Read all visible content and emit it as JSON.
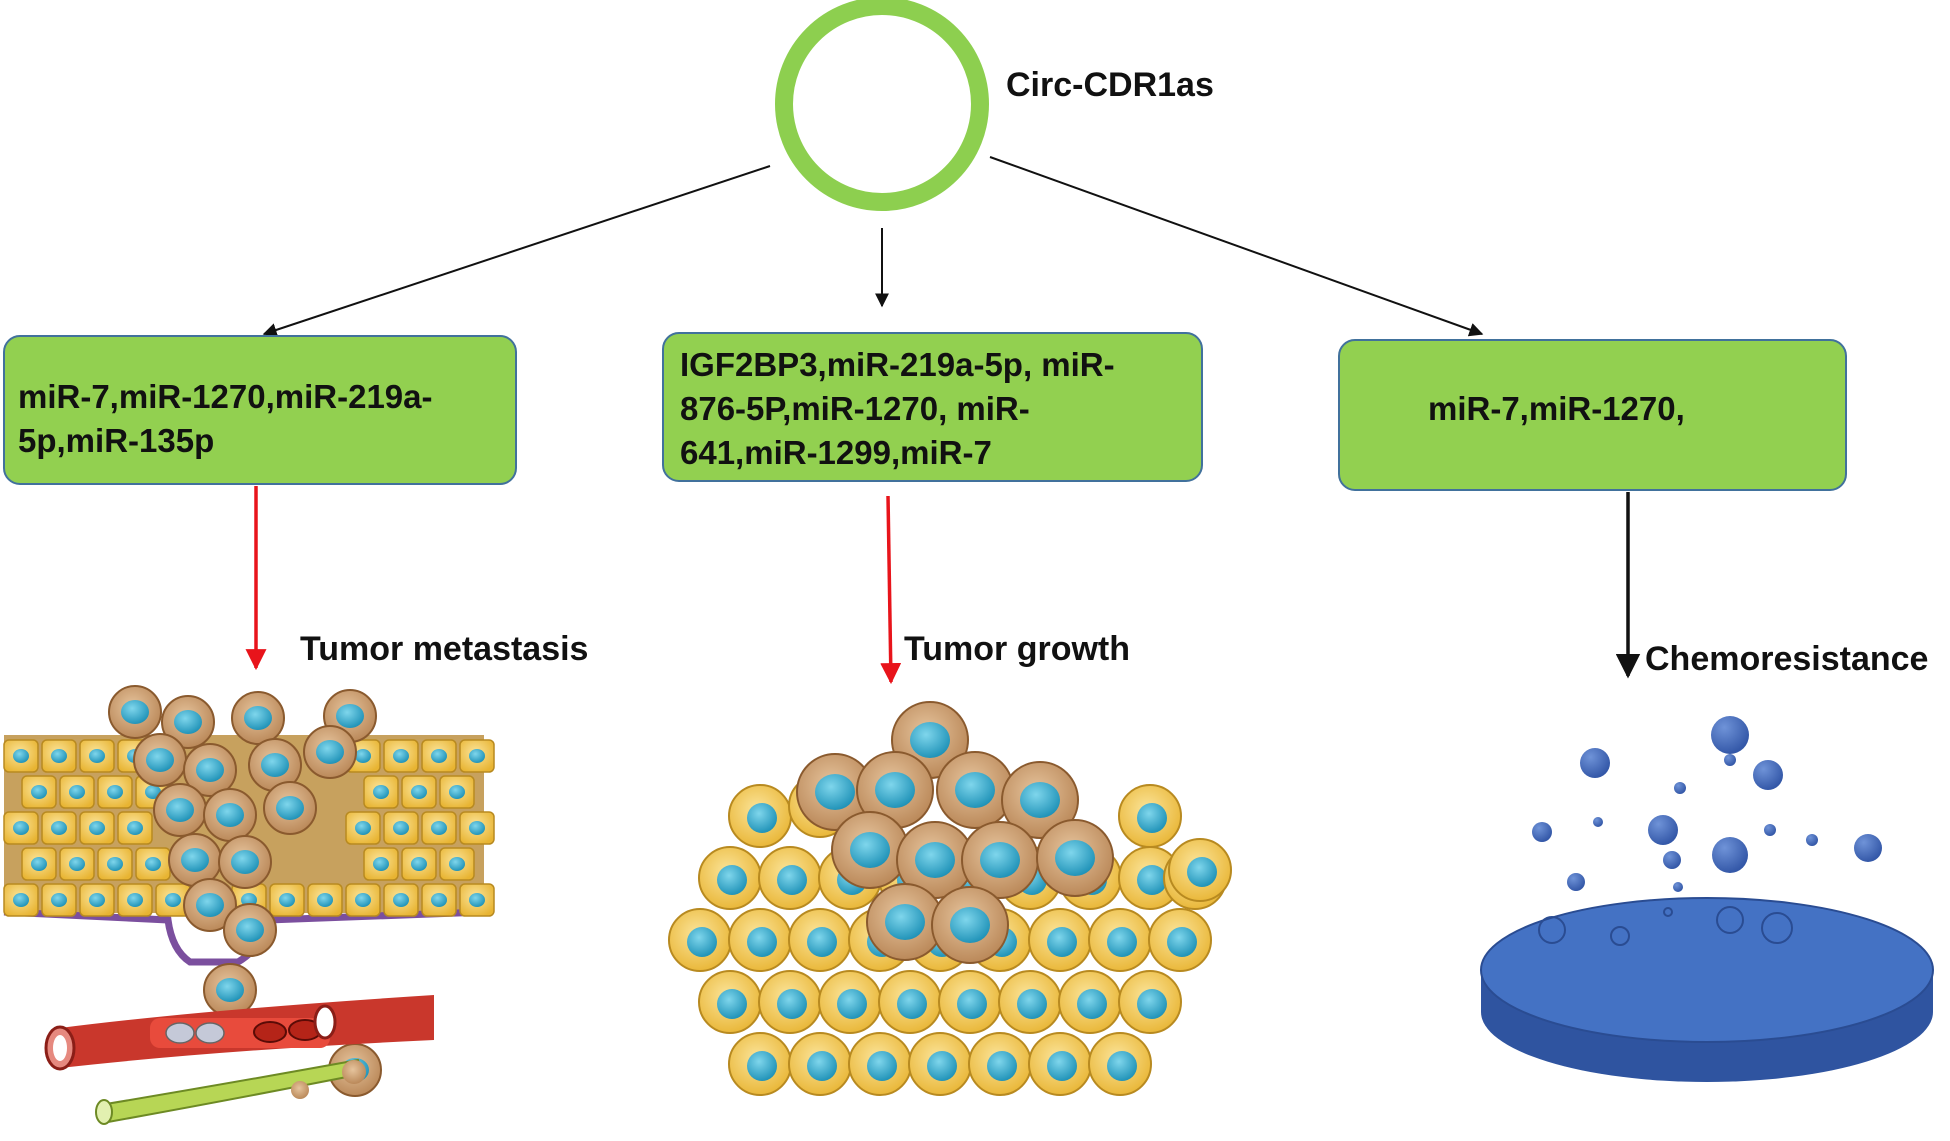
{
  "title": "Circ-CDR1as",
  "colors": {
    "circle": "#8dcf4f",
    "box_fill": "#92d050",
    "box_stroke": "#41719c",
    "red_arrow": "#e8141b",
    "black_arrow": "#111111",
    "cell_yellow": "#f5c84c",
    "cell_nucleus": "#2fa7c8",
    "tumor_cell": "#c99a6a",
    "drug_blue": "#4472c4"
  },
  "branches": [
    {
      "id": "metastasis",
      "mirna_lines": [
        "miR-7,miR-1270,miR-219a-",
        "5p,miR-135p"
      ],
      "outcome": "Tumor metastasis",
      "arrow_color": "red",
      "icon": "metastasis-illustration"
    },
    {
      "id": "growth",
      "mirna_lines": [
        "IGF2BP3,miR-219a-5p, miR-",
        "876-5P,miR-1270, miR-",
        "641,miR-1299,miR-7"
      ],
      "outcome": "Tumor growth",
      "arrow_color": "red",
      "icon": "tumor-cluster-illustration"
    },
    {
      "id": "chemo",
      "mirna_lines": [
        "miR-7,miR-1270,"
      ],
      "outcome": "Chemoresistance",
      "arrow_color": "black",
      "icon": "drug-dish-illustration"
    }
  ]
}
